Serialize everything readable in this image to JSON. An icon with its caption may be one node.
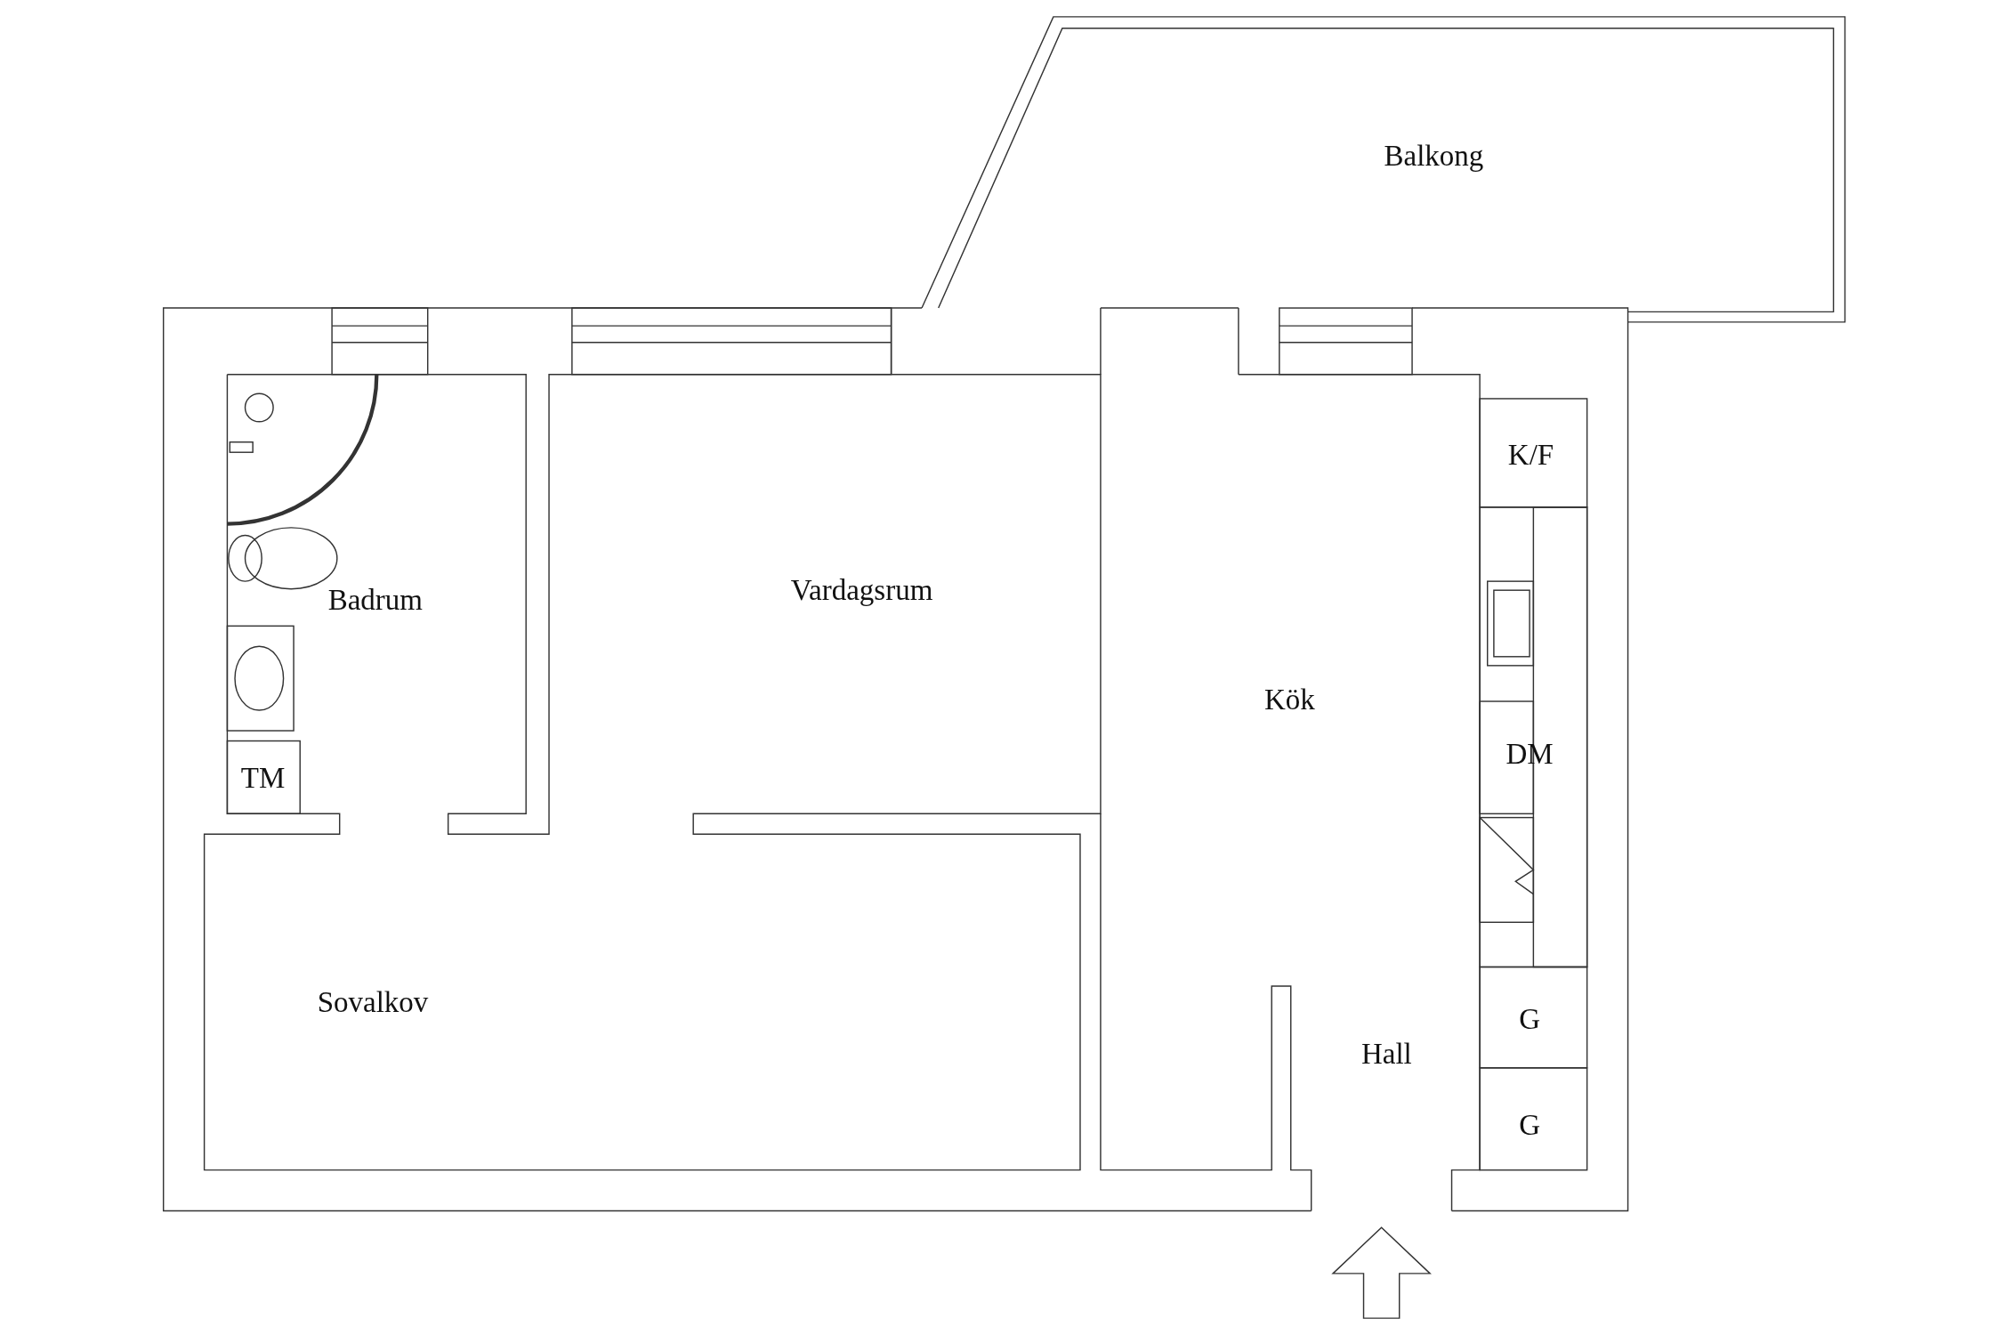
{
  "diagram": {
    "labels": [
      "Balkong",
      "K/F",
      "Vardagsrum",
      "Badrum",
      "Kök",
      "DM",
      "TM",
      "Sovalkov",
      "G",
      "Hall",
      "G"
    ]
  }
}
